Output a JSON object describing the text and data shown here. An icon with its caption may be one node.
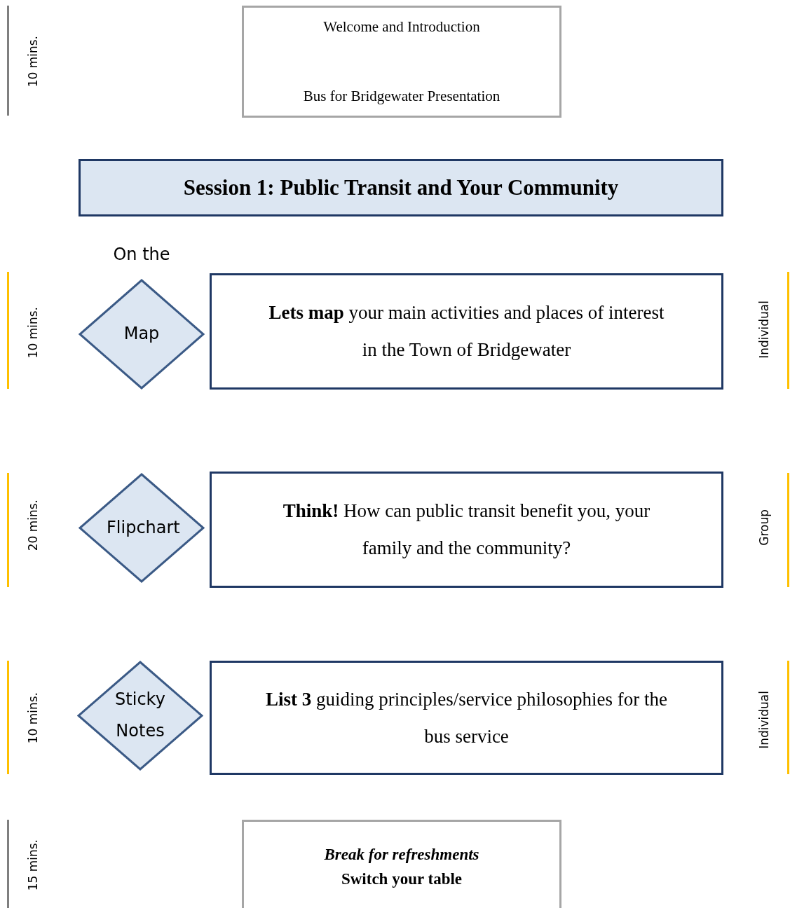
{
  "diagram": {
    "nodes": [
      {
        "text": [
          "Welcome and Introduction",
          "Bus for Bridgewater Presentation"
        ]
      },
      {
        "text": [
          "Session 1: Public Transit and Your Community"
        ]
      },
      {
        "text": [
          "On the",
          "Map"
        ],
        "beside": [
          "10 mins."
        ]
      },
      {
        "text": [
          "**Lets map** your main activities and places of interest in the Town of Bridgewater"
        ],
        "beside": [
          "Individual"
        ]
      },
      {
        "text": [
          "Flipchart"
        ],
        "beside": [
          "20 mins."
        ]
      },
      {
        "text": [
          "**Think!** How can public transit benefit you, your family and the community?"
        ],
        "beside": [
          "Group"
        ]
      },
      {
        "text": [
          "Sticky Notes"
        ],
        "beside": [
          "10 mins."
        ]
      },
      {
        "text": [
          "**List 3** guiding principles/service philosophies for the bus service"
        ],
        "beside": [
          "Individual"
        ]
      },
      {
        "text": [
          "Break for refreshments",
          "Switch your table"
        ]
      }
    ],
    "edges": [],
    "labels": [
      "10 mins.",
      "15 mins."
    ]
  }
}
